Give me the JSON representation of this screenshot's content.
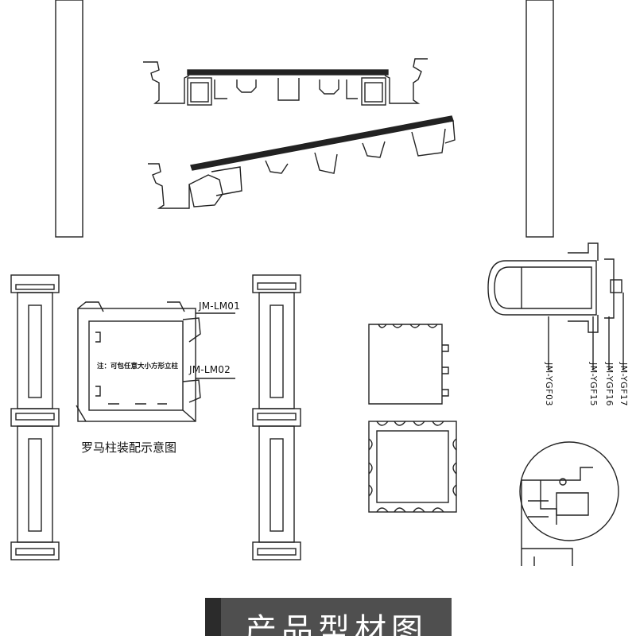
{
  "labels": {
    "code_lm01": "JM-LM01",
    "code_lm02": "JM-LM02",
    "note": "注：可包任意大小方形立柱",
    "caption": "罗马柱装配示意图",
    "code_ygf03": "JM-YGF03",
    "code_ygf15": "JM-YGF15",
    "code_ygf16": "JM-YGF16",
    "code_ygf17": "JM-YGF17"
  },
  "banner": {
    "title": "产品型材图"
  },
  "colors": {
    "line": "#222222",
    "banner_bg": "#4f4f4f",
    "banner_text": "#ffffff"
  }
}
